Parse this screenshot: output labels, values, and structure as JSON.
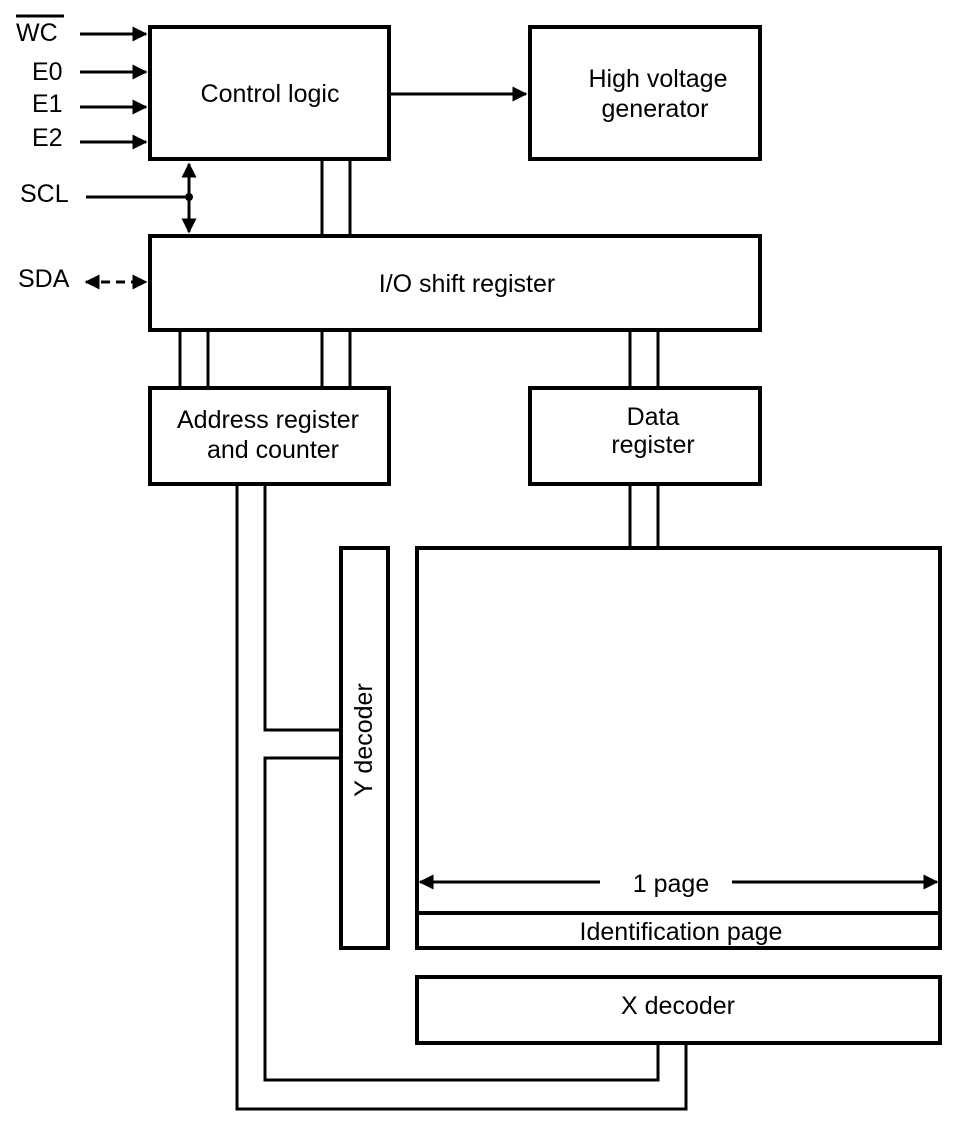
{
  "pins": {
    "wc": "WC",
    "e0": "E0",
    "e1": "E1",
    "e2": "E2",
    "scl": "SCL",
    "sda": "SDA"
  },
  "blocks": {
    "control_logic": "Control logic",
    "hv_line1": "High voltage",
    "hv_line2": "generator",
    "io_shift": "I/O shift register",
    "addr_line1": "Address register",
    "addr_line2": "and counter",
    "data_line1": "Data",
    "data_line2": "register",
    "y_decoder": "Y decoder",
    "page": "1 page",
    "id_page": "Identification page",
    "x_decoder": "X decoder"
  }
}
